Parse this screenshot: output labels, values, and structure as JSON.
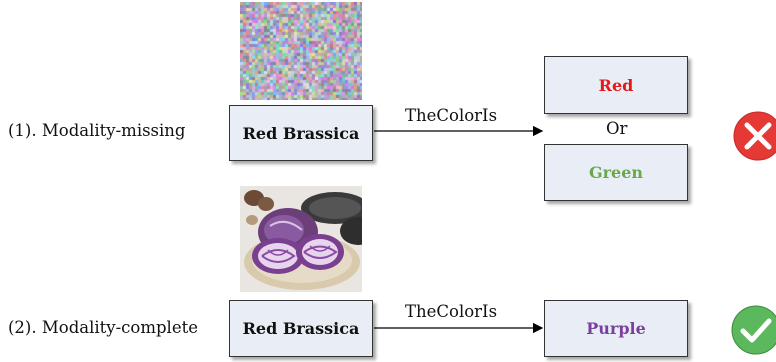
{
  "rows": [
    {
      "label": "(1). Modality-missing",
      "entity": "Red Brassica",
      "relation": "TheColorIs",
      "answers": [
        {
          "text": "Red",
          "color": "#e31a1c"
        },
        {
          "text": "Green",
          "color": "#6aa84f"
        }
      ],
      "separator": "Or",
      "result_icon": "cross-icon",
      "image": "noise-image"
    },
    {
      "label": "(2). Modality-complete",
      "entity": "Red Brassica",
      "relation": "TheColorIs",
      "answers": [
        {
          "text": "Purple",
          "color": "#7b3fa0"
        }
      ],
      "result_icon": "check-icon",
      "image": "red-cabbage-photo"
    }
  ],
  "colors": {
    "box_fill": "#e9eef6",
    "cross": "#e53935",
    "check": "#5cb85c"
  }
}
